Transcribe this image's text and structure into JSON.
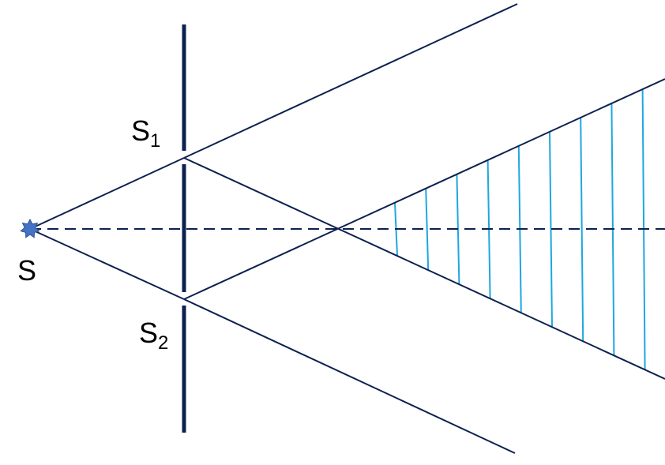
{
  "labels": {
    "source": "S",
    "slit1_base": "S",
    "slit1_sub": "1",
    "slit2_base": "S",
    "slit2_sub": "2"
  },
  "fringe_count": 9,
  "colors": {
    "ray": "#0d2150",
    "screen": "#0d2150",
    "fringe": "#1ea7e0",
    "source_star": "#4472c4",
    "axis": "#0d2150"
  }
}
